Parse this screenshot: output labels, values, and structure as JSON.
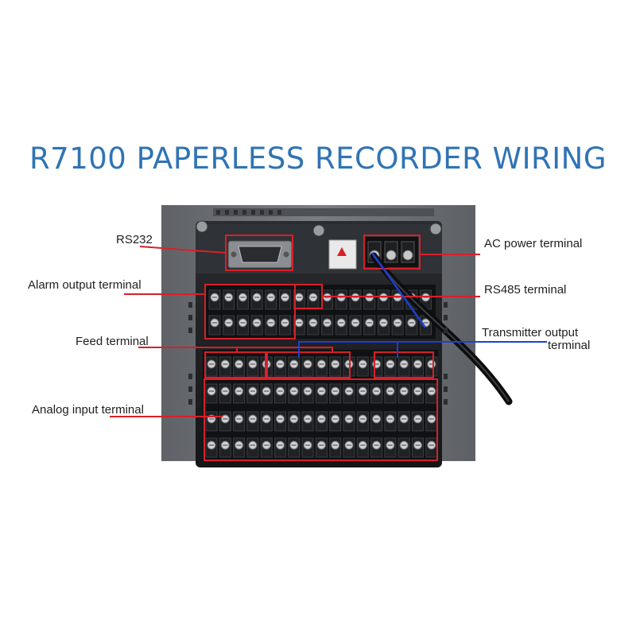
{
  "title": "R7100 PAPERLESS RECORDER WIRING",
  "labels": {
    "rs232": "RS232",
    "alarm_output": "Alarm output terminal",
    "feed": "Feed terminal",
    "analog_input": "Analog input terminal",
    "ac_power": "AC power terminal",
    "rs485": "RS485 terminal",
    "transmitter_output_line1": "Transmitter output",
    "transmitter_output_line2": "terminal"
  },
  "colors": {
    "title": "#2f74b5",
    "callout_red": "#d8202a",
    "callout_blue": "#1f3fd0",
    "panel": "#6f7377",
    "block": "#1b1d20"
  }
}
